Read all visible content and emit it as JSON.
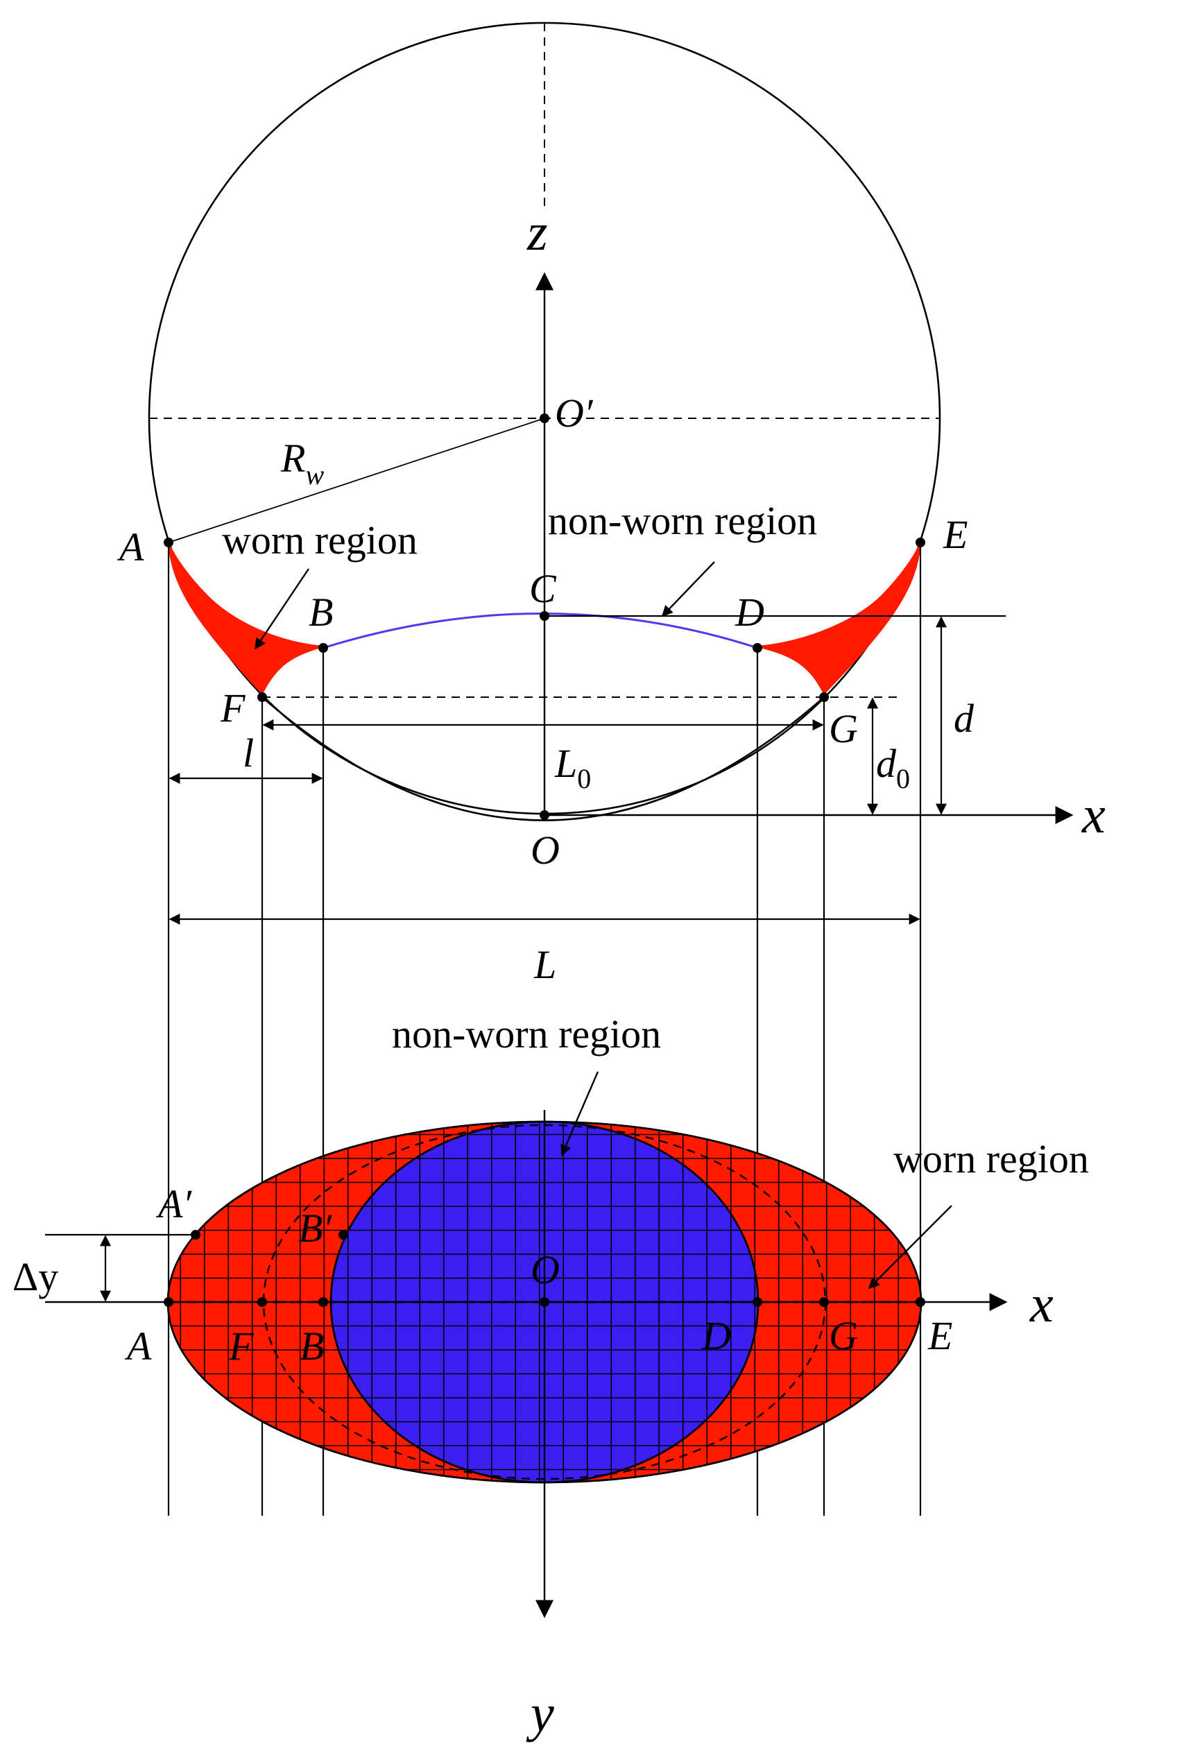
{
  "labels": {
    "z_axis": "z",
    "x_axis_top": "x",
    "x_axis_bottom": "x",
    "y_axis": "y",
    "o_prime": "O′",
    "r_w_main": "R",
    "r_w_sub": "w",
    "point_a": "A",
    "point_b": "B",
    "point_c": "C",
    "point_d": "D",
    "point_e": "E",
    "point_f": "F",
    "point_g": "G",
    "point_o_top": "O",
    "dim_l_small": "l",
    "dim_l0_main": "L",
    "dim_l0_sub": "0",
    "dim_d": "d",
    "dim_d0_main": "d",
    "dim_d0_sub": "0",
    "dim_L": "L",
    "point_a_bottom": "A",
    "point_f_bottom": "F",
    "point_b_bottom": "B",
    "point_d_bottom": "D",
    "point_g_bottom": "G",
    "point_e_bottom": "E",
    "point_o_bottom": "O",
    "point_a_prime": "A′",
    "point_b_prime": "B′",
    "delta_y": "Δy"
  },
  "annotations": {
    "worn_region_top": "worn region",
    "non_worn_region_top": "non-worn region",
    "non_worn_region_bottom": "non-worn region",
    "worn_region_bottom": "worn region"
  },
  "colors": {
    "worn": "#ff1a00",
    "non_worn": "#3d1ef0",
    "contact_arc": "#4b3cf0",
    "line": "#000000"
  }
}
